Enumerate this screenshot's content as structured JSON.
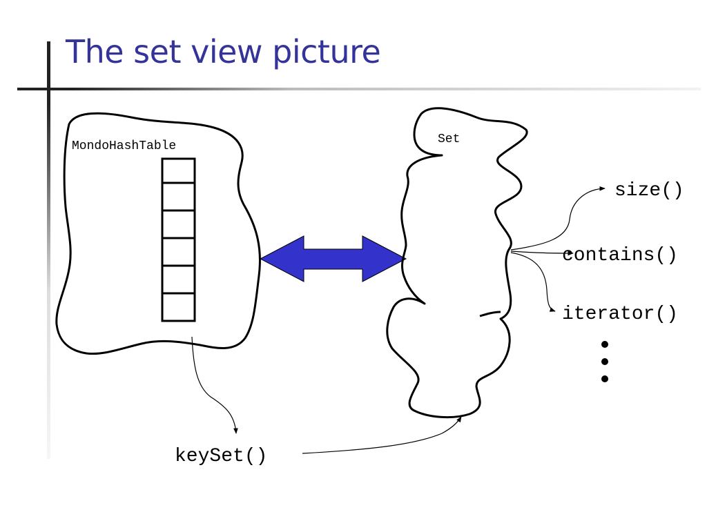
{
  "slide": {
    "title": "The set view picture"
  },
  "diagram": {
    "table_label": "MondoHashTable",
    "set_label": "Set",
    "methods": [
      "size()",
      "contains()",
      "iterator()"
    ],
    "keyset_label": "keySet()",
    "arrow_color": "#3333cc",
    "title_color": "#333399"
  }
}
